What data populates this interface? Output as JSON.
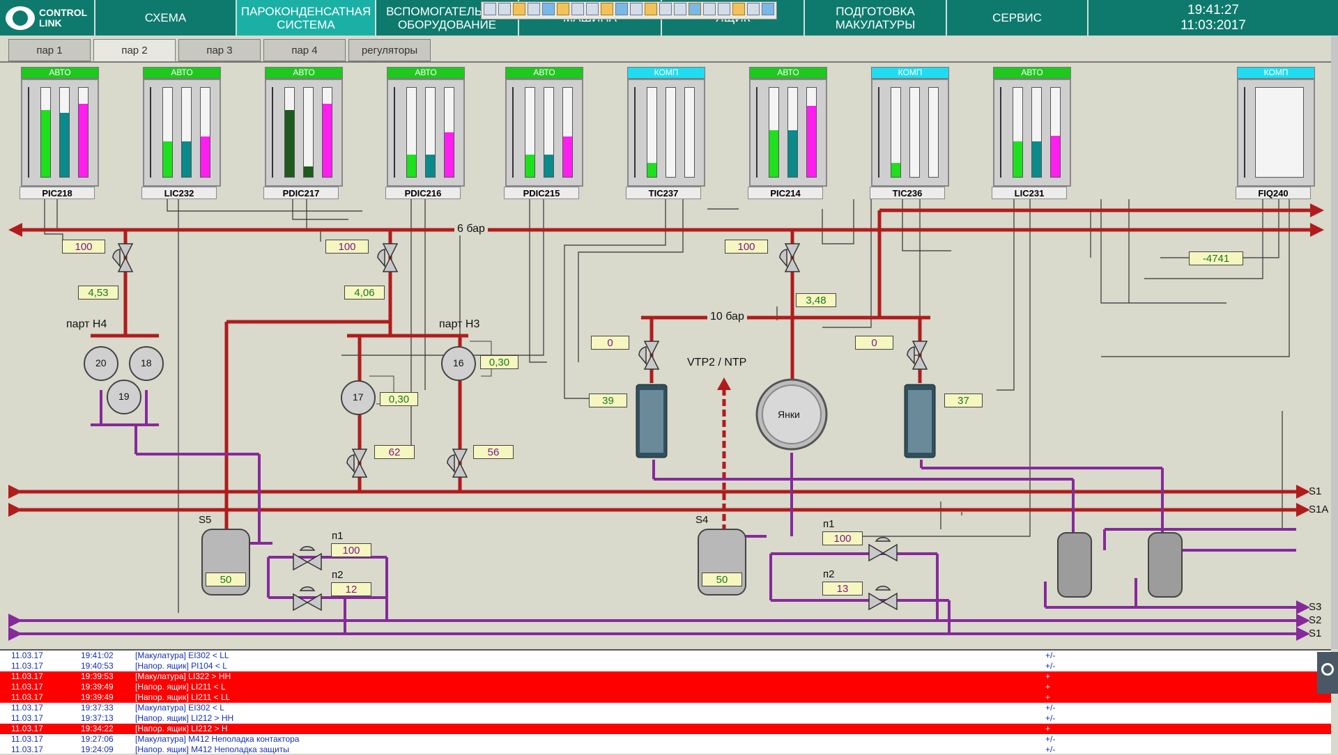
{
  "header": {
    "logo_line1": "CONTROL",
    "logo_line2": "LINK",
    "nav": [
      {
        "label": "СХЕМА"
      },
      {
        "label": "ПАРОКОНДЕНСАТНАЯ СИСТЕМА"
      },
      {
        "label": "ВСПОМОГАТЕЛЬНОЕ ОБОРУДОВАНИЕ"
      },
      {
        "label": "МАШИНА"
      },
      {
        "label": "ЯЩИК"
      },
      {
        "label": "ПОДГОТОВКА МАКУЛАТУРЫ"
      },
      {
        "label": "СЕРВИС"
      }
    ],
    "time": "19:41:27",
    "date": "11:03:2017"
  },
  "tabs": [
    {
      "label": "пар 1"
    },
    {
      "label": "пар 2"
    },
    {
      "label": "пар 3"
    },
    {
      "label": "пар 4"
    },
    {
      "label": "регуляторы"
    }
  ],
  "colors": {
    "auto": "#1ec81e",
    "comp": "#21dcf0",
    "steam": "#b01c1c",
    "condensate": "#862a9a",
    "bar_green": "#1ee01e",
    "bar_teal": "#0a8a8a",
    "bar_magenta": "#ff1ef0"
  },
  "faceplates": [
    {
      "mode": "АВТО",
      "tag": "PIC218",
      "levels": [
        0.75,
        0.72,
        0.82
      ]
    },
    {
      "mode": "АВТО",
      "tag": "LIC232",
      "levels": [
        0.4,
        0.4,
        0.45
      ]
    },
    {
      "mode": "АВТО",
      "tag": "PDIC217",
      "levels": [
        0.75,
        0.12,
        0.82
      ]
    },
    {
      "mode": "АВТО",
      "tag": "PDIC216",
      "levels": [
        0.25,
        0.25,
        0.5
      ]
    },
    {
      "mode": "АВТО",
      "tag": "PDIC215",
      "levels": [
        0.25,
        0.25,
        0.45
      ]
    },
    {
      "mode": "КОМП",
      "tag": "TIC237",
      "levels": [
        0.16,
        0.0,
        0.0
      ]
    },
    {
      "mode": "АВТО",
      "tag": "PIC214",
      "levels": [
        0.52,
        0.52,
        0.8
      ]
    },
    {
      "mode": "КОМП",
      "tag": "TIC236",
      "levels": [
        0.16,
        0.0,
        0.0
      ]
    },
    {
      "mode": "АВТО",
      "tag": "LIC231",
      "levels": [
        0.4,
        0.4,
        0.46
      ]
    },
    {
      "mode": "КОМП",
      "tag": "FIQ240",
      "levels": [
        0.0
      ]
    }
  ],
  "values": {
    "v100a": "100",
    "v453": "4,53",
    "v100b": "100",
    "v406": "4,06",
    "v100c": "100",
    "v348": "3,48",
    "v4741": "-4741",
    "v0a": "0",
    "v0b": "0",
    "v030a": "0,30",
    "v030b": "0,30",
    "v39": "39",
    "v37": "37",
    "v62": "62",
    "v56": "56",
    "v50a": "50",
    "v50b": "50",
    "vp1a": "100",
    "vp2a": "12",
    "vp1b": "100",
    "vp2b": "13"
  },
  "labels": {
    "bar6": "6 бар",
    "bar10": "10 бар",
    "partH4": "парт Н4",
    "partH3": "парт Н3",
    "vtp": "VTP2 / NTP",
    "yankee": "Янки",
    "pump20": "20",
    "pump18": "18",
    "pump19": "19",
    "pump17": "17",
    "pump16": "16",
    "s5": "S5",
    "s4": "S4",
    "p1a": "п1",
    "p2a": "п2",
    "p1b": "п1",
    "p2b": "п2",
    "s1": "S1",
    "s1a": "S1A",
    "s3": "S3",
    "s2": "S2",
    "s1b": "S1"
  },
  "alarms": [
    {
      "date": "11.03.17",
      "time": "19:41:02",
      "text": "[Макулатура] EI302 < LL",
      "ack": "+/-",
      "state": "blue"
    },
    {
      "date": "11.03.17",
      "time": "19:40:53",
      "text": "[Напор. ящик] PI104 < L",
      "ack": "+/-",
      "state": "blue"
    },
    {
      "date": "11.03.17",
      "time": "19:39:53",
      "text": "[Макулатура] LI322 > HH",
      "ack": "+",
      "state": "red"
    },
    {
      "date": "11.03.17",
      "time": "19:39:49",
      "text": "[Напор. ящик] LI211 < L",
      "ack": "+",
      "state": "red"
    },
    {
      "date": "11.03.17",
      "time": "19:39:49",
      "text": "[Напор. ящик] LI211 < LL",
      "ack": "+",
      "state": "red"
    },
    {
      "date": "11.03.17",
      "time": "19:37:33",
      "text": "[Макулатура] EI302 < L",
      "ack": "+/-",
      "state": "blue"
    },
    {
      "date": "11.03.17",
      "time": "19:37:13",
      "text": "[Напор. ящик] LI212 > HH",
      "ack": "+/-",
      "state": "blue"
    },
    {
      "date": "11.03.17",
      "time": "19:34:22",
      "text": "[Напор. ящик] LI212 > H",
      "ack": "+",
      "state": "red"
    },
    {
      "date": "11.03.17",
      "time": "19:27:06",
      "text": "[Макулатура] M412 Неполадка контактора",
      "ack": "+/-",
      "state": "blue"
    },
    {
      "date": "11.03.17",
      "time": "19:24:09",
      "text": "[Напор. ящик] M412 Неполадка защиты",
      "ack": "+/-",
      "state": "blue"
    }
  ]
}
